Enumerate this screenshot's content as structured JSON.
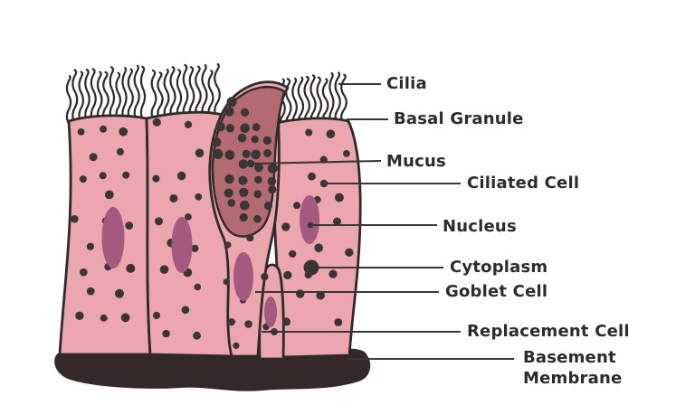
{
  "labels": {
    "cilia": "Cilia",
    "basal_granule": "Basal Granule",
    "mucus": "Mucus",
    "ciliated_cell": "Ciliated Cell",
    "nucleus": "Nucleus",
    "cytoplasm": "Cytoplasm",
    "goblet_cell": "Goblet Cell",
    "replacement_cell": "Replacement Cell",
    "basement_membrane": "Basement Membrane"
  },
  "colors": {
    "background": "#ffffff",
    "cell-fill": "#eca7ae",
    "cell-stroke": "#2e2a2b",
    "mucus-fill": "#b46a71",
    "dot": "#3a3536",
    "nucleus-fill": "#a4597f",
    "membrane-fill": "#342829",
    "leader-line": "#3a3637",
    "label-text": "#2f2b2c"
  }
}
